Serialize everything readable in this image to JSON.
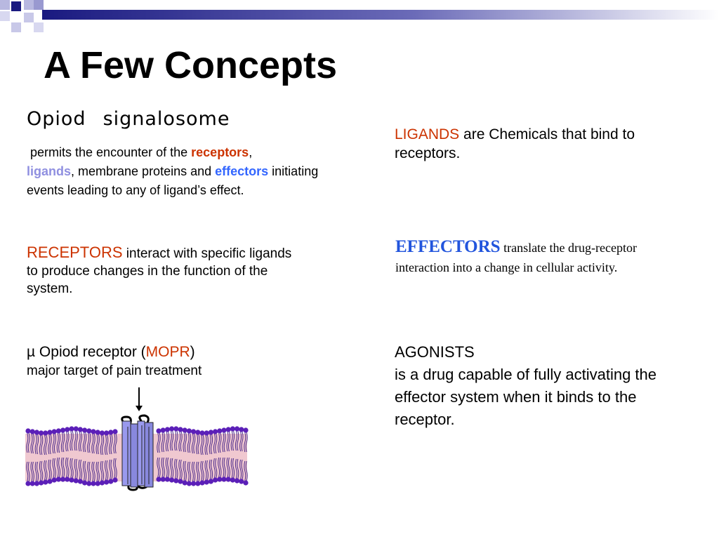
{
  "title": "A Few Concepts",
  "subtitle": {
    "word1": "Opiod",
    "word2": "signalosome"
  },
  "signalosome": {
    "t1": "permits the encounter of the ",
    "receptors": "receptors",
    "t2": ",",
    "ligands": "ligands",
    "t3": ", membrane proteins and ",
    "effectors": "effectors",
    "t4": " initiating events leading to any of ligand’s effect."
  },
  "receptors_def": {
    "term": "RECEPTORS",
    "text": " interact with specific ligands to produce changes in the function of the system."
  },
  "mopr": {
    "t1": "µ Opiod receptor (",
    "abbr": "MOPR",
    "t2": ")",
    "line2": "major target of pain treatment"
  },
  "ligands_def": {
    "term": "LIGANDS",
    "text": " are Chemicals that bind to receptors."
  },
  "effectors_def": {
    "term": "EFFECTORS",
    "text": " translate the drug-receptor interaction into a change in cellular activity."
  },
  "agonists_def": {
    "term": "AGONISTS",
    "text": "is a drug capable of fully activating the effector system when it binds to the receptor."
  },
  "colors": {
    "red": "#cc3300",
    "blue": "#3366ff",
    "lavender": "#8f8fe0",
    "navy": "#1a1a80",
    "head_purple": "#5b1fb8",
    "tail_pink": "#f0c8d0",
    "receptor": "#9999ee"
  },
  "icons": [
    "corner-squares-icon",
    "membrane-illustration",
    "arrow-down-icon"
  ]
}
